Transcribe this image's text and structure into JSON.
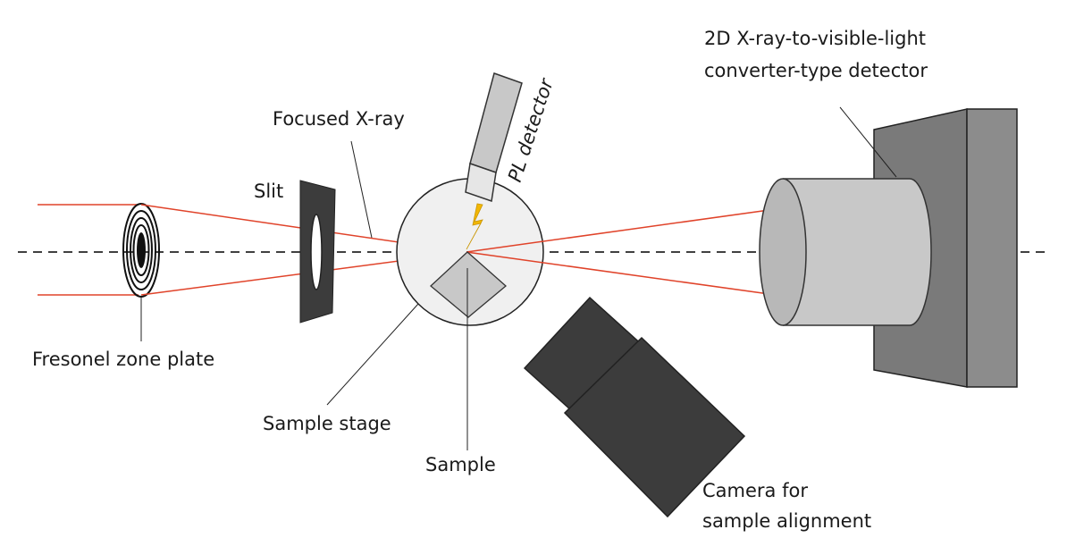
{
  "labels": {
    "detector_line1": "2D X-ray-to-visible-light",
    "detector_line2": "converter-type detector",
    "pl_detector": "PL detector",
    "focused_xray": "Focused X-ray",
    "slit": "Slit",
    "zone_plate": "Fresonel zone plate",
    "sample_stage": "Sample stage",
    "sample": "Sample",
    "camera_line1": "Camera for",
    "camera_line2": "sample alignment"
  },
  "colors": {
    "beam": "#e0432a",
    "spark": "#f2b705",
    "dark_part": "#3c3c3c",
    "light_part": "#c8c8c8",
    "stage_fill": "#f0f0f0"
  }
}
